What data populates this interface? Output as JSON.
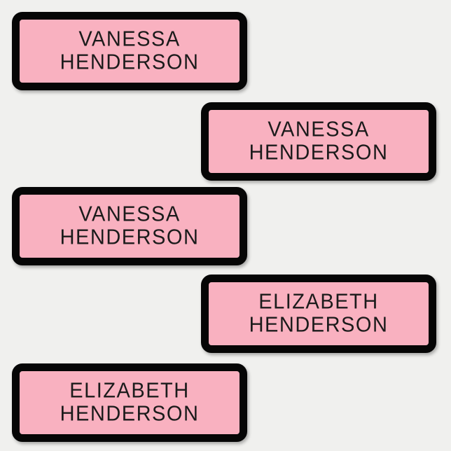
{
  "page": {
    "background_color": "#f0f0ee"
  },
  "label_style": {
    "fill_color": "#f9b1c0",
    "border_color": "#060606",
    "text_color": "#1b1b1b"
  },
  "labels": [
    {
      "line1": "VANESSA",
      "line2": "HENDERSON"
    },
    {
      "line1": "VANESSA",
      "line2": "HENDERSON"
    },
    {
      "line1": "VANESSA",
      "line2": "HENDERSON"
    },
    {
      "line1": "ELIZABETH",
      "line2": "HENDERSON"
    },
    {
      "line1": "ELIZABETH",
      "line2": "HENDERSON"
    }
  ]
}
